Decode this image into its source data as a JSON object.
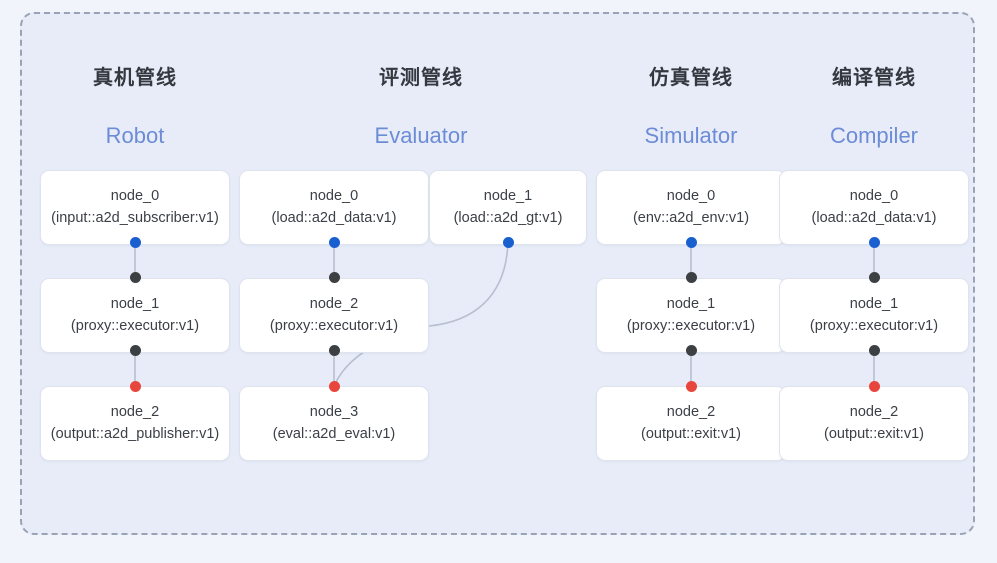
{
  "diagram": {
    "frame_style": "dashed",
    "colors": {
      "panel_bg": "#e7ecf8",
      "page_bg": "#f2f4fb",
      "frame_border": "#9aa3b5",
      "node_bg": "#ffffff",
      "node_border": "#dfe3ee",
      "title_cn": "#34383f",
      "title_en": "#6d8cd6",
      "port_blue": "#1a5fd0",
      "port_dark": "#3c4043",
      "port_red": "#e8453c",
      "edge_line": "#b8bfd0"
    },
    "columns": [
      {
        "id": "robot",
        "title_cn": "真机管线",
        "title_en": "Robot",
        "nodes": [
          {
            "name": "node_0",
            "kind": "(input::a2d_subscriber:v1)"
          },
          {
            "name": "node_1",
            "kind": "(proxy::executor:v1)"
          },
          {
            "name": "node_2",
            "kind": "(output::a2d_publisher:v1)"
          }
        ]
      },
      {
        "id": "evaluator",
        "title_cn": "评测管线",
        "title_en": "Evaluator",
        "nodes": [
          {
            "name": "node_0",
            "kind": "(load::a2d_data:v1)"
          },
          {
            "name": "node_2",
            "kind": "(proxy::executor:v1)"
          },
          {
            "name": "node_3",
            "kind": "(eval::a2d_eval:v1)"
          },
          {
            "name": "node_1",
            "kind": "(load::a2d_gt:v1)"
          }
        ]
      },
      {
        "id": "simulator",
        "title_cn": "仿真管线",
        "title_en": "Simulator",
        "nodes": [
          {
            "name": "node_0",
            "kind": "(env::a2d_env:v1)"
          },
          {
            "name": "node_1",
            "kind": "(proxy::executor:v1)"
          },
          {
            "name": "node_2",
            "kind": "(output::exit:v1)"
          }
        ]
      },
      {
        "id": "compiler",
        "title_cn": "编译管线",
        "title_en": "Compiler",
        "nodes": [
          {
            "name": "node_0",
            "kind": "(load::a2d_data:v1)"
          },
          {
            "name": "node_1",
            "kind": "(proxy::executor:v1)"
          },
          {
            "name": "node_2",
            "kind": "(output::exit:v1)"
          }
        ]
      }
    ]
  }
}
